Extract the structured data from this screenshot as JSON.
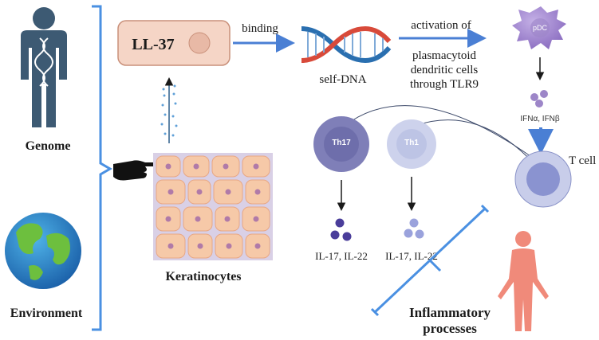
{
  "left": {
    "genome_label": "Genome",
    "environment_label": "Environment",
    "keratinocytes_label": "Keratinocytes"
  },
  "peptide": {
    "label": "LL-37"
  },
  "edges": {
    "binding": "binding",
    "activation_line1": "activation of",
    "activation_line2": "plasmacytoid",
    "activation_line3": "dendritic cells",
    "activation_line4": "through TLR9"
  },
  "dna": {
    "label": "self-DNA"
  },
  "pdc": {
    "label": "pDC",
    "ifn_label": "IFNα, IFNβ"
  },
  "cells": {
    "th17": "Th17",
    "th1": "Th1",
    "tcell": "T cell",
    "th17_cytokines": "IL-17, IL-22",
    "th1_cytokines": "IL-17, IL-22"
  },
  "outcome": {
    "line1": "Inflammatory",
    "line2": "processes"
  },
  "colors": {
    "arrow_blue": "#4a7fd4",
    "peptide_fill": "#f5d5c6",
    "peptide_stroke": "#c9907a",
    "th17_fill": "#7f7fb8",
    "th1_fill": "#cdd2ec",
    "tcell_fill": "#c8cdea",
    "pdc_fill": "#a88fd0",
    "bracket": "#4a90e2",
    "human": "#f08a7a",
    "dna_red": "#d84a3a",
    "dna_blue": "#2a6fb0"
  }
}
